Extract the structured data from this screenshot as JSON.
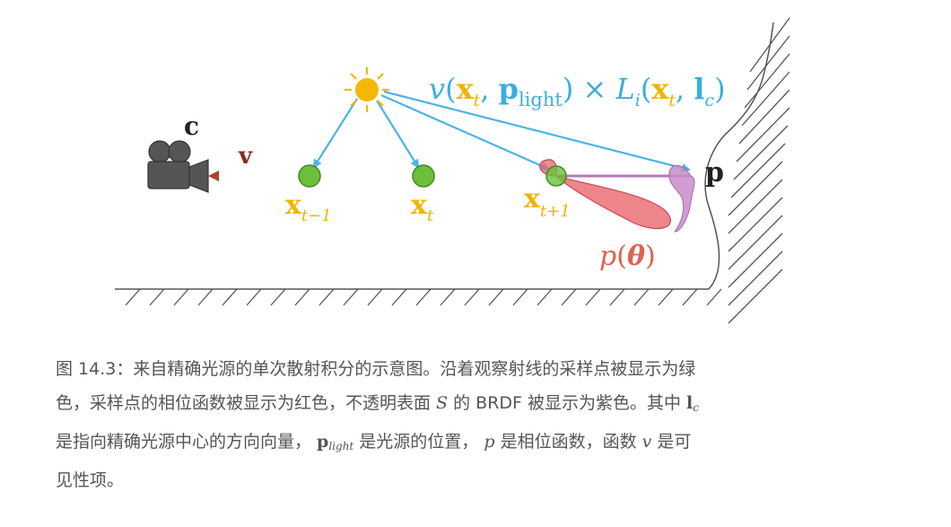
{
  "figure": {
    "colors": {
      "sun": "#f5b800",
      "ray": "#4ab4e6",
      "sample": "#6cbf3a",
      "sample_label": "#f0b400",
      "phase": "#e8666e",
      "brdf": "#c07fc0",
      "view_ray": "#a8442a",
      "hatch": "#555555",
      "ink": "#222222"
    },
    "icons": [
      "sun-icon",
      "camera-icon",
      "phase-lobe-icon",
      "brdf-lobe-icon"
    ],
    "labels": {
      "camera": "c",
      "view_dir": "v",
      "point": "p",
      "sample_prev_base": "x",
      "sample_prev_sub": "t−1",
      "sample_cur_base": "x",
      "sample_cur_sub": "t",
      "sample_next_base": "x",
      "sample_next_sub": "t+1",
      "phase_func": "θ",
      "phase_p": "p",
      "formula": {
        "v": "v",
        "open1": "(",
        "x": "x",
        "x_sub": "t",
        "comma": ", ",
        "p": "p",
        "p_sub": "light",
        "close1": ")",
        "times": " × ",
        "L": "L",
        "L_sub": "i",
        "open2": "(",
        "x2": "x",
        "x2_sub": "t",
        "comma2": ", ",
        "l": "l",
        "l_sub": "c",
        "close2": ")"
      }
    }
  },
  "caption": {
    "line1": "图 14.3：来自精确光源的单次散射积分的示意图。沿着观察射线的采样点被显示为绿",
    "line2_a": "色，采样点的相位函数被显示为红色，不透明表面 ",
    "line2_S": "S",
    "line2_b": " 的 BRDF 被显示为紫色。其中 ",
    "line2_l": "l",
    "line2_lsub": "c",
    "line3_a": " 是指向精确光源中心的方向向量， ",
    "line3_p": "p",
    "line3_psub": "light",
    "line3_b": " 是光源的位置， ",
    "line3_pp": "p",
    "line3_c": " 是相位函数，函数 ",
    "line3_v": "v",
    "line3_d": " 是可",
    "line4": "见性项。"
  }
}
